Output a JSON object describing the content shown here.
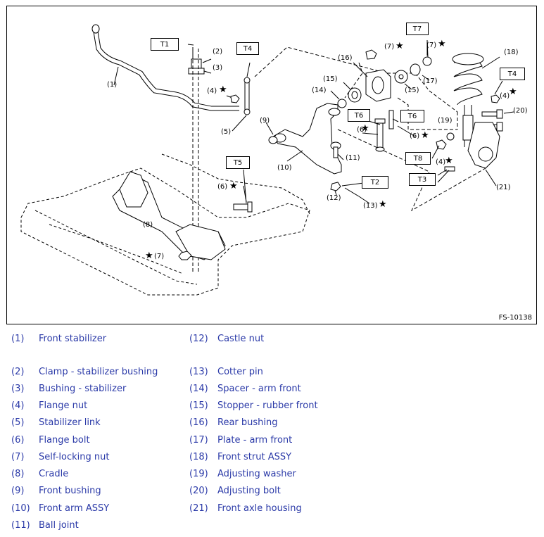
{
  "figure_id": "FS-10138",
  "callouts": {
    "c1": "(1)",
    "c2": "(2)",
    "c3": "(3)",
    "c4a": "(4)",
    "c4b": "(4)",
    "c4c": "(4)",
    "c5": "(5)",
    "c6a": "(6)",
    "c6b": "(6)",
    "c6c": "(6)",
    "c7a": "(7)",
    "c7b": "(7)",
    "c7c": "(7)",
    "c8": "(8)",
    "c9": "(9)",
    "c10": "(10)",
    "c11": "(11)",
    "c12": "(12)",
    "c13": "(13)",
    "c14": "(14)",
    "c15a": "(15)",
    "c15b": "(15)",
    "c16": "(16)",
    "c17": "(17)",
    "c18": "(18)",
    "c19": "(19)",
    "c20": "(20)",
    "c21": "(21)"
  },
  "torque_tags": {
    "t1": "T1",
    "t2": "T2",
    "t3": "T3",
    "t4a": "T4",
    "t4b": "T4",
    "t5": "T5",
    "t6a": "T6",
    "t6b": "T6",
    "t7": "T7",
    "t8": "T8"
  },
  "legend": [
    {
      "num": "(1)",
      "text": "Front stabilizer"
    },
    {
      "num": "(2)",
      "text": "Clamp - stabilizer bushing"
    },
    {
      "num": "(3)",
      "text": "Bushing - stabilizer"
    },
    {
      "num": "(4)",
      "text": "Flange nut"
    },
    {
      "num": "(5)",
      "text": "Stabilizer link"
    },
    {
      "num": "(6)",
      "text": "Flange bolt"
    },
    {
      "num": "(7)",
      "text": "Self-locking nut"
    },
    {
      "num": "(8)",
      "text": "Cradle"
    },
    {
      "num": "(9)",
      "text": "Front bushing"
    },
    {
      "num": "(10)",
      "text": "Front arm ASSY"
    },
    {
      "num": "(11)",
      "text": "Ball joint"
    },
    {
      "num": "(12)",
      "text": "Castle nut"
    },
    {
      "num": "(13)",
      "text": "Cotter pin"
    },
    {
      "num": "(14)",
      "text": "Spacer - arm front"
    },
    {
      "num": "(15)",
      "text": "Stopper - rubber front"
    },
    {
      "num": "(16)",
      "text": "Rear bushing"
    },
    {
      "num": "(17)",
      "text": "Plate - arm front"
    },
    {
      "num": "(18)",
      "text": "Front strut ASSY"
    },
    {
      "num": "(19)",
      "text": "Adjusting washer"
    },
    {
      "num": "(20)",
      "text": "Adjusting bolt"
    },
    {
      "num": "(21)",
      "text": "Front axle housing"
    }
  ]
}
